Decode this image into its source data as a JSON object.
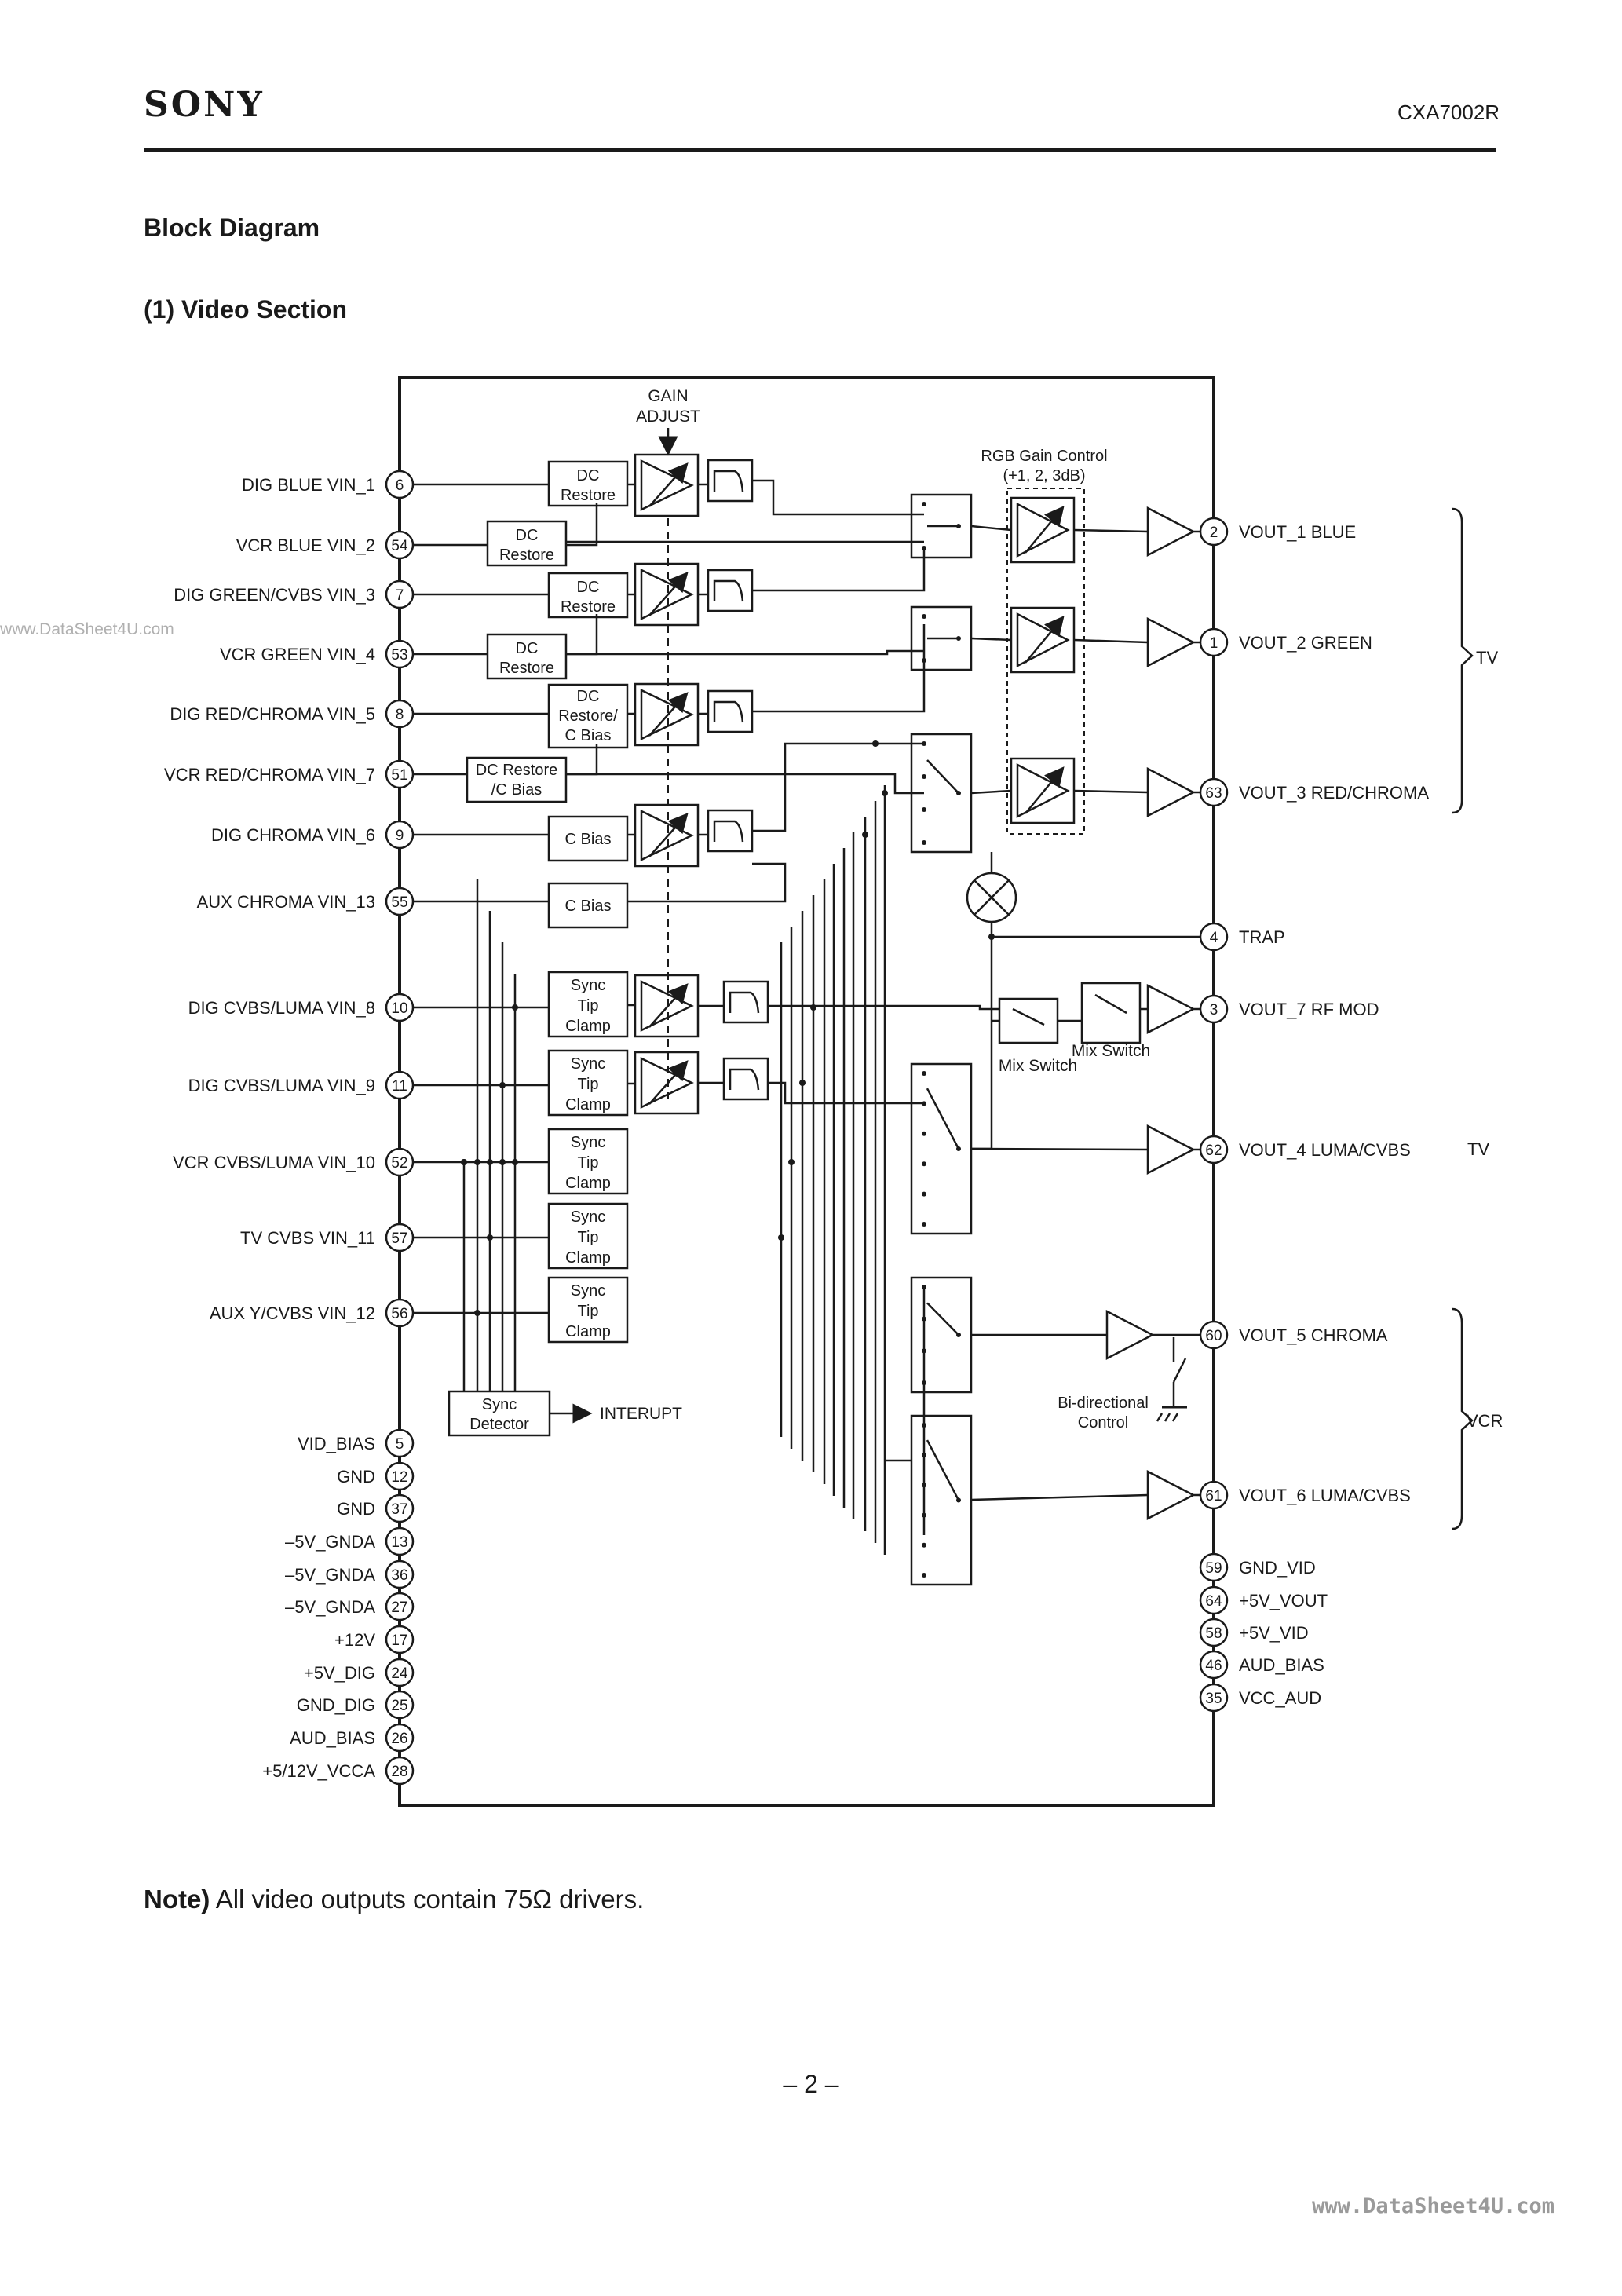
{
  "header": {
    "logo": "SONY",
    "part_number": "CXA7002R"
  },
  "title": "Block Diagram",
  "section_title": "(1) Video Section",
  "watermark_side": "www.DataSheet4U.com",
  "diagram": {
    "left_pins": [
      {
        "label": "DIG BLUE   VIN_1",
        "pin": "6"
      },
      {
        "label": "VCR BLUE   VIN_2",
        "pin": "54"
      },
      {
        "label": "DIG GREEN/CVBS   VIN_3",
        "pin": "7"
      },
      {
        "label": "VCR GREEN   VIN_4",
        "pin": "53"
      },
      {
        "label": "DIG RED/CHROMA   VIN_5",
        "pin": "8"
      },
      {
        "label": "VCR RED/CHROMA   VIN_7",
        "pin": "51"
      },
      {
        "label": "DIG CHROMA   VIN_6",
        "pin": "9"
      },
      {
        "label": "AUX CHROMA  VIN_13",
        "pin": "55"
      },
      {
        "label": "DIG CVBS/LUMA   VIN_8",
        "pin": "10"
      },
      {
        "label": "DIG CVBS/LUMA   VIN_9",
        "pin": "11"
      },
      {
        "label": "VCR CVBS/LUMA  VIN_10",
        "pin": "52"
      },
      {
        "label": "TV CVBS  VIN_11",
        "pin": "57"
      },
      {
        "label": "AUX Y/CVBS  VIN_12",
        "pin": "56"
      }
    ],
    "power_pins_left": [
      {
        "label": "VID_BIAS",
        "pin": "5"
      },
      {
        "label": "GND",
        "pin": "12"
      },
      {
        "label": "GND",
        "pin": "37"
      },
      {
        "label": "–5V_GNDA",
        "pin": "13"
      },
      {
        "label": "–5V_GNDA",
        "pin": "36"
      },
      {
        "label": "–5V_GNDA",
        "pin": "27"
      },
      {
        "label": "+12V",
        "pin": "17"
      },
      {
        "label": "+5V_DIG",
        "pin": "24"
      },
      {
        "label": "GND_DIG",
        "pin": "25"
      },
      {
        "label": "AUD_BIAS",
        "pin": "26"
      },
      {
        "label": "+5/12V_VCCA",
        "pin": "28"
      }
    ],
    "right_pins": [
      {
        "pin": "2",
        "label": "VOUT_1   BLUE"
      },
      {
        "pin": "1",
        "label": "VOUT_2   GREEN"
      },
      {
        "pin": "63",
        "label": "VOUT_3   RED/CHROMA"
      },
      {
        "pin": "4",
        "label": "TRAP"
      },
      {
        "pin": "3",
        "label": "VOUT_7   RF MOD"
      },
      {
        "pin": "62",
        "label": "VOUT_4   LUMA/CVBS"
      },
      {
        "pin": "60",
        "label": "VOUT_5   CHROMA"
      },
      {
        "pin": "61",
        "label": "VOUT_6   LUMA/CVBS"
      }
    ],
    "power_pins_right": [
      {
        "pin": "59",
        "label": "GND_VID"
      },
      {
        "pin": "64",
        "label": "+5V_VOUT"
      },
      {
        "pin": "58",
        "label": "+5V_VID"
      },
      {
        "pin": "46",
        "label": "AUD_BIAS"
      },
      {
        "pin": "35",
        "label": "VCC_AUD"
      }
    ],
    "blocks": {
      "dc_restore": "DC Restore",
      "dc_restore_c_bias": "DC Restore/ C Bias",
      "dc_restore_c_bias_2": "DC Restore /C Bias",
      "c_bias": "C Bias",
      "sync_tip_clamp": "Sync Tip Clamp",
      "sync_detector": "Sync Detector"
    },
    "gain_adjust": "GAIN ADJUST",
    "rgb_gain_control": "RGB Gain Control",
    "rgb_gain_values": "(+1, 2, 3dB)",
    "mix_switch": "Mix Switch",
    "interrupt": "INTERUPT",
    "bidirectional_control": "Bi-directional Control",
    "group_tv": "TV",
    "group_tv_2": "TV",
    "group_vcr": "VCR"
  },
  "note": {
    "prefix": "Note)",
    "text": "All video outputs contain 75Ω drivers."
  },
  "page_number": "– 2 –",
  "watermark_footer": "www.DataSheet4U.com"
}
